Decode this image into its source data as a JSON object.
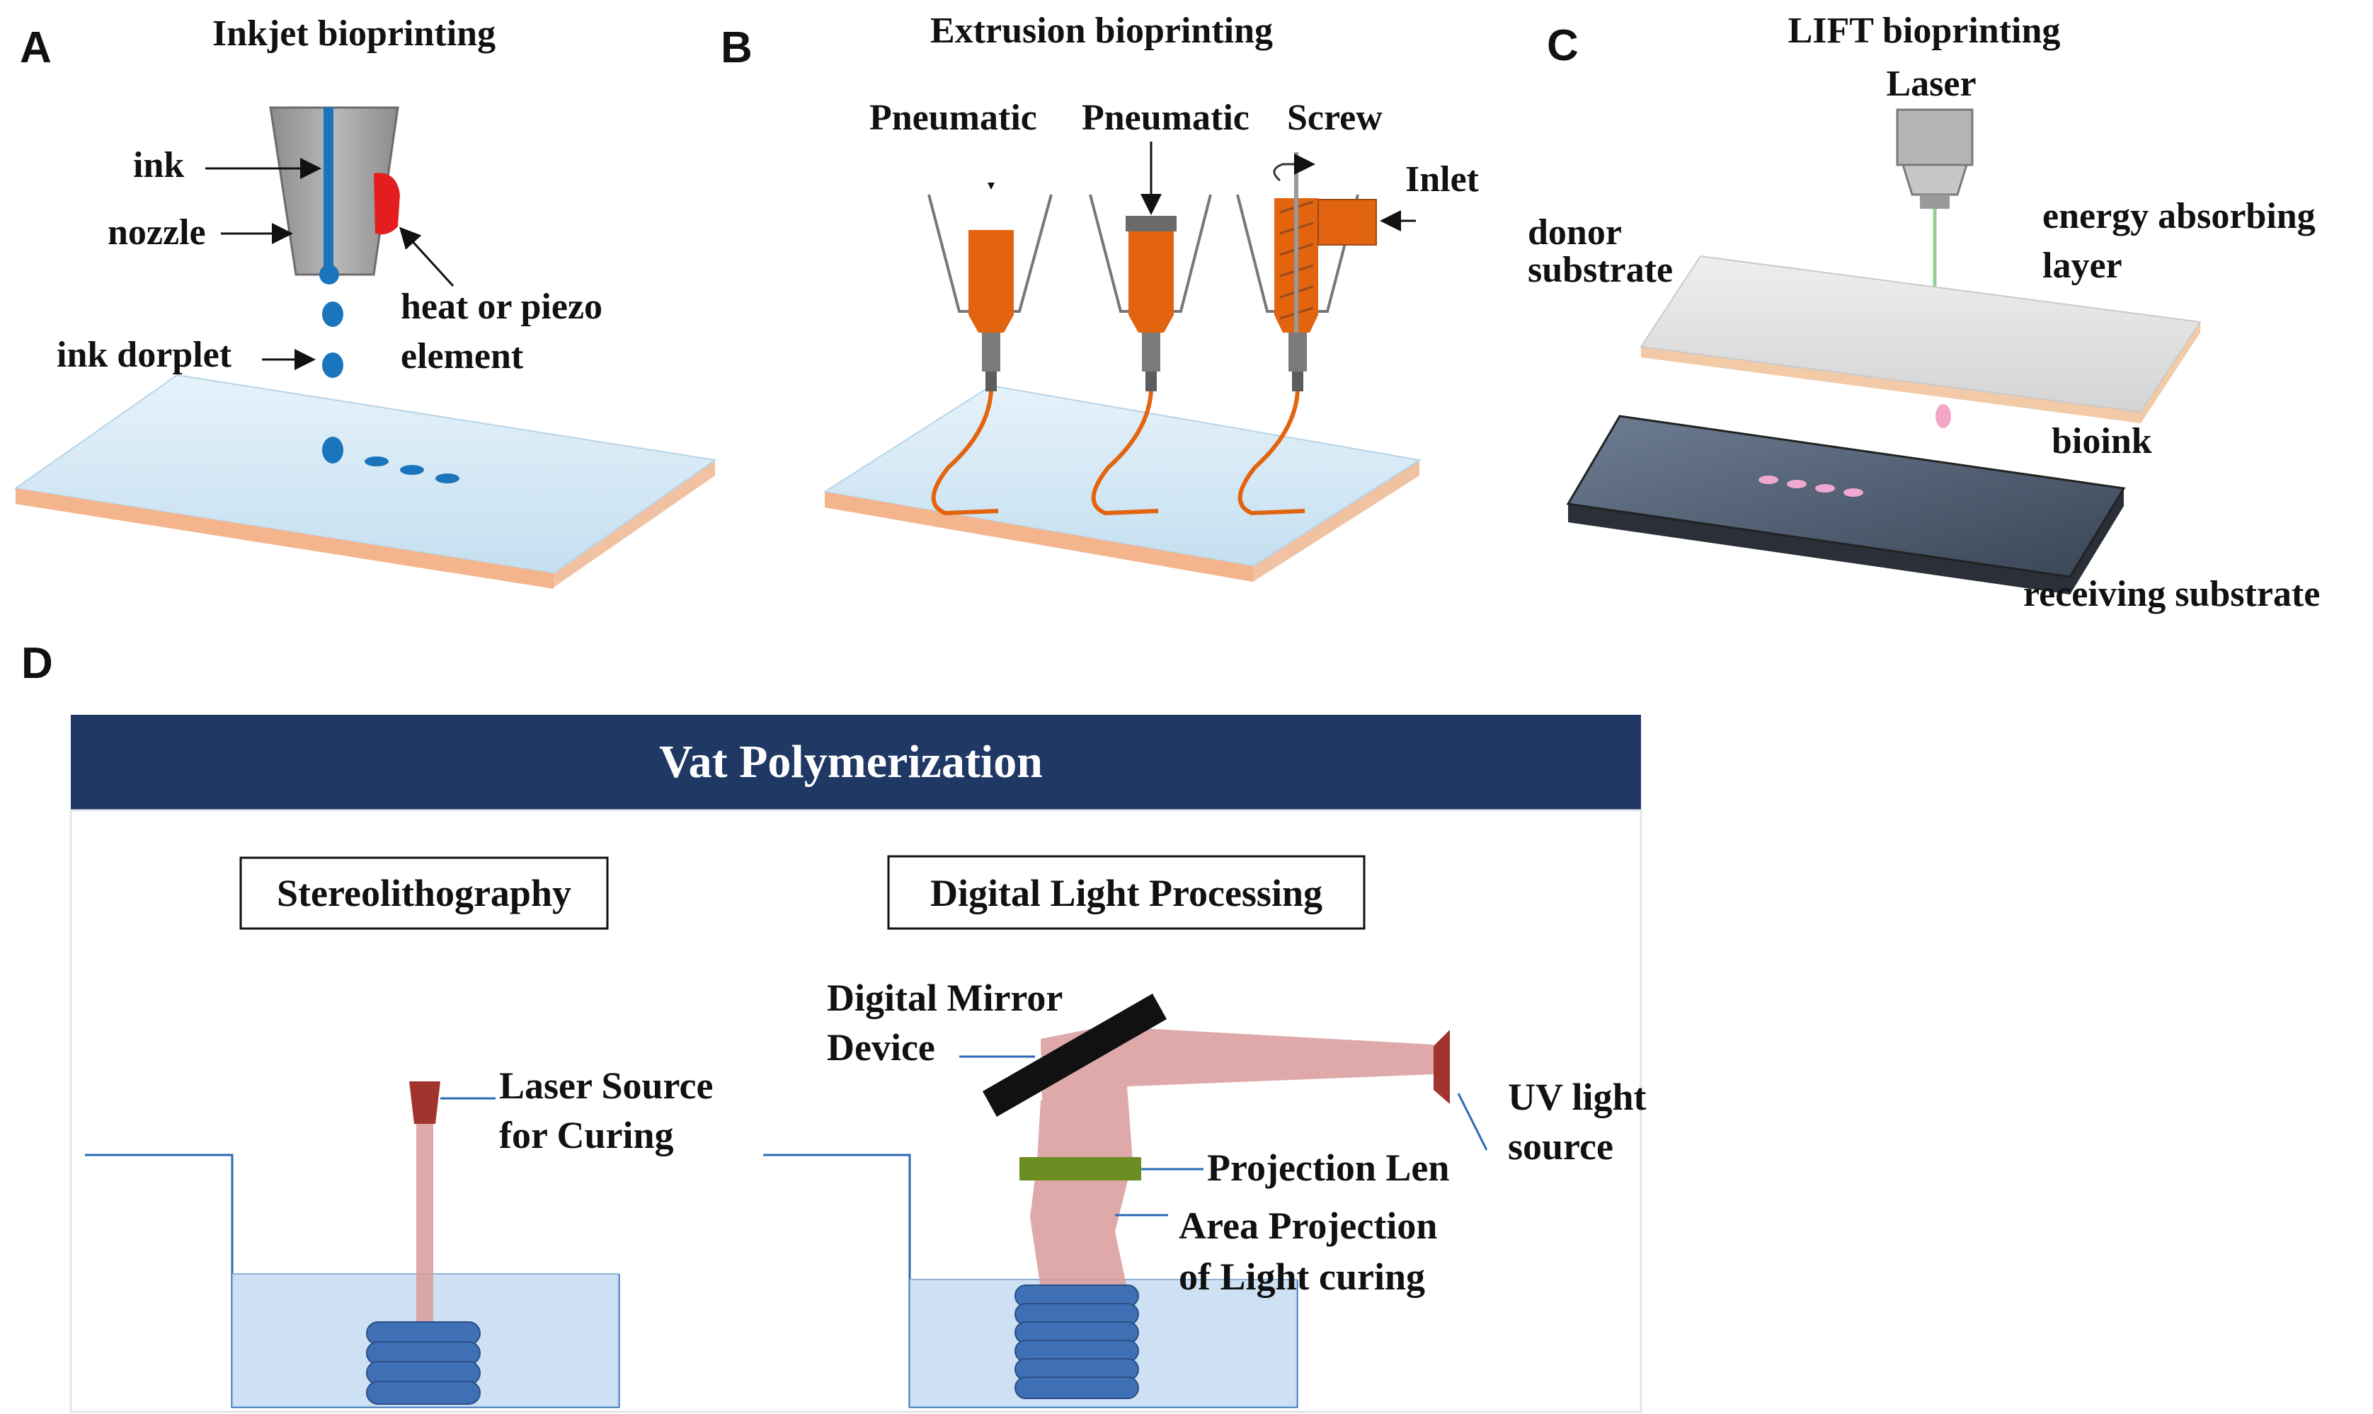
{
  "panel_a": {
    "letter": "A",
    "title": "Inkjet bioprinting",
    "labels": {
      "ink": "ink",
      "nozzle": "nozzle",
      "heat_line1": "heat or piezo",
      "heat_line2": "element",
      "droplet": "ink dorplet"
    }
  },
  "panel_b": {
    "letter": "B",
    "title": "Extrusion bioprinting",
    "labels": {
      "pneumatic1": "Pneumatic",
      "pneumatic2": "Pneumatic",
      "screw": "Screw",
      "inlet": "Inlet"
    }
  },
  "panel_c": {
    "letter": "C",
    "title": "LIFT bioprinting",
    "labels": {
      "laser": "Laser",
      "donor_line1": "donor",
      "donor_line2": "substrate",
      "energy_line1": "energy absorbing",
      "energy_line2": "layer",
      "bioink": "bioink",
      "receiving": "receiving substrate"
    }
  },
  "panel_d": {
    "letter": "D",
    "banner": "Vat Polymerization",
    "sla": {
      "title": "Stereolithography",
      "laser_line1": "Laser Source",
      "laser_line2": "for Curing"
    },
    "dlp": {
      "title": "Digital Light Processing",
      "dmd_line1": "Digital Mirror",
      "dmd_line2": "Device",
      "uv_line1": "UV light",
      "uv_line2": "source",
      "lens": "Projection Len",
      "area_line1": "Area Projection",
      "area_line2": "of Light curing"
    }
  },
  "colors": {
    "banner_bg": "#1f3864",
    "ink_blue": "#1b75bc",
    "syringe_orange": "#e2640f",
    "plate_blue": "#d5e8f5",
    "plate_edge": "#f3b48f",
    "receiving_dark": "#3e4a5c",
    "beam_pink": "#d99a9a",
    "lens_green": "#6b8e23",
    "vat_blue": "#c5dcf2",
    "coil_blue": "#3f6fb5"
  }
}
